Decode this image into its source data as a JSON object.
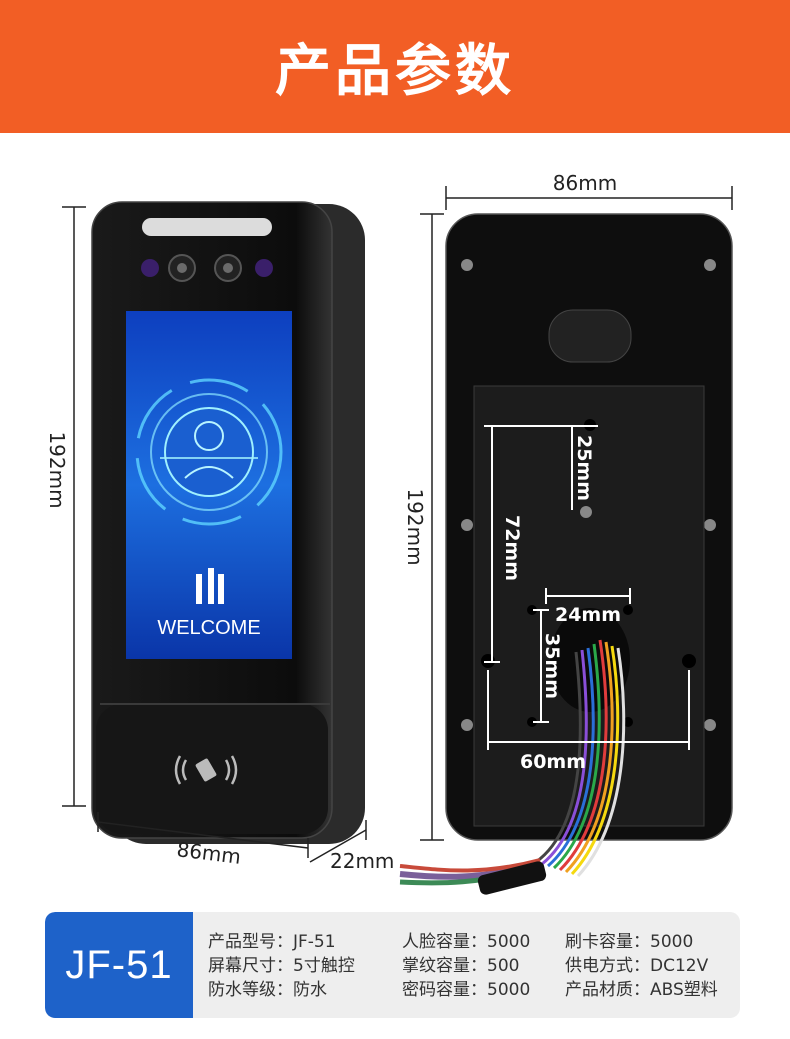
{
  "header": {
    "title": "产品参数"
  },
  "device_front": {
    "screen_text": "WELCOME",
    "height_label": "192mm",
    "width_label": "86mm",
    "depth_label": "22mm"
  },
  "device_back": {
    "width_label": "86mm",
    "height_label": "192mm",
    "hole_25_label": "25mm",
    "hole_72_label": "72mm",
    "hole_24_label": "24mm",
    "hole_35_label": "35mm",
    "hole_60_label": "60mm"
  },
  "specs": {
    "model": "JF-51",
    "col1": [
      {
        "key": "产品型号：",
        "value": "JF-51"
      },
      {
        "key": "屏幕尺寸：",
        "value": "5寸触控"
      },
      {
        "key": "防水等级：",
        "value": "防水"
      }
    ],
    "col2": [
      {
        "key": "人脸容量：",
        "value": "5000"
      },
      {
        "key": "掌纹容量：",
        "value": "500"
      },
      {
        "key": "密码容量：",
        "value": "5000"
      }
    ],
    "col3": [
      {
        "key": "刷卡容量：",
        "value": "5000"
      },
      {
        "key": "供电方式：",
        "value": "DC12V"
      },
      {
        "key": "产品材质：",
        "value": "ABS塑料"
      }
    ]
  },
  "colors": {
    "header_bg": "#f25e25",
    "model_bg": "#1e62c9",
    "spec_bg": "#eeeeee"
  }
}
